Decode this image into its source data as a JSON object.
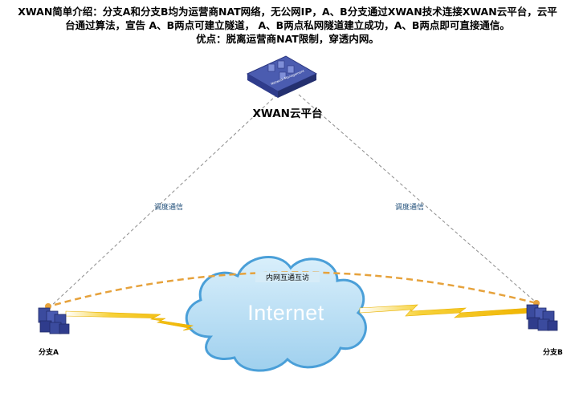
{
  "intro": {
    "line1": "XWAN简单介绍：分支A和分支B均为运营商NAT网络，无公网IP，A、B分支通过XWAN技术连接XWAN云平台，云平台通过算法，宣告 A、B两点可建立隧道， A、B两点私网隧道建立成功，A、B两点即可直接通信。",
    "line2": "优点：脱离运营商NAT限制，穿透内网。"
  },
  "platform": {
    "label": "XWAN云平台",
    "device_text": "Network Management"
  },
  "links": {
    "left_label": "调度通信",
    "right_label": "调度通信",
    "tunnel_label": "内网互通互访"
  },
  "cloud": {
    "label": "Internet"
  },
  "branches": {
    "a_label": "分支A",
    "b_label": "分支B"
  },
  "colors": {
    "signaling_line": "#8c8c8c",
    "tunnel": "#e6a23c",
    "lightning": "#f5c518",
    "cloud": "#bfe1f5",
    "server": "#3b4b9e"
  }
}
